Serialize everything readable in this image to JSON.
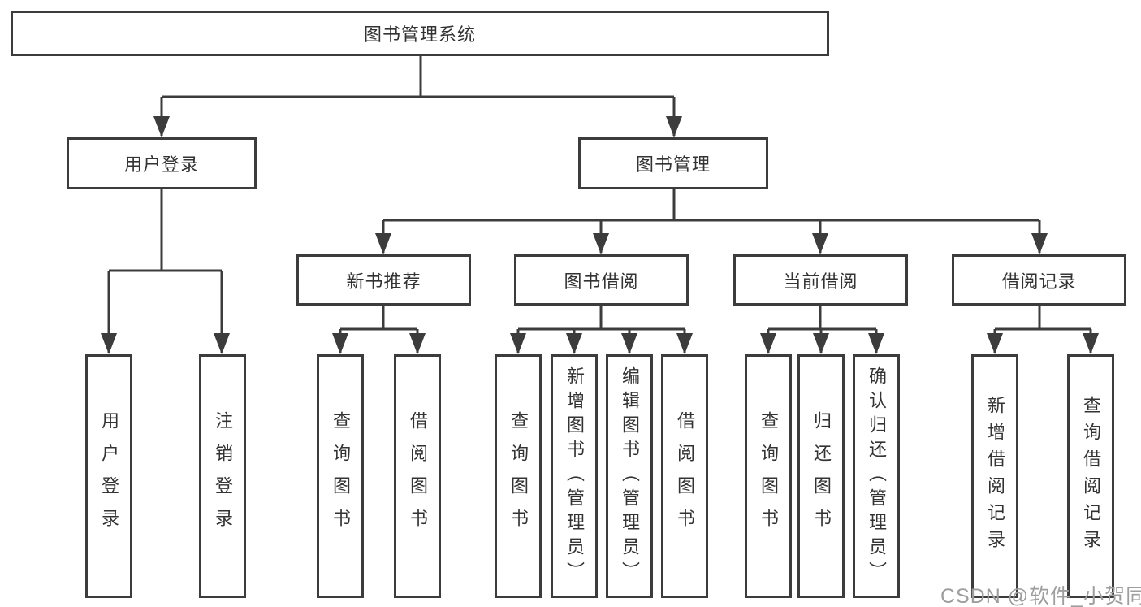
{
  "tree": {
    "root": "图书管理系统",
    "user_login": {
      "label": "用户登录",
      "children": [
        "用户登录",
        "注销登录"
      ]
    },
    "book_mgmt": {
      "label": "图书管理",
      "sections": [
        {
          "label": "新书推荐",
          "children": [
            "查询图书",
            "借阅图书"
          ]
        },
        {
          "label": "图书借阅",
          "children": [
            "查询图书",
            "新增图书（管理员）",
            "编辑图书（管理员）",
            "借阅图书"
          ]
        },
        {
          "label": "当前借阅",
          "children": [
            "查询图书",
            "归还图书",
            "确认归还（管理员）"
          ]
        },
        {
          "label": "借阅记录",
          "children": [
            "新增借阅记录",
            "查询借阅记录"
          ]
        }
      ]
    }
  },
  "watermark": "CSDN @软件_小贺同学",
  "colors": {
    "line": "#3c3c3c",
    "text": "#333333",
    "background": "#ffffff",
    "watermark": "#9e9e9e"
  }
}
